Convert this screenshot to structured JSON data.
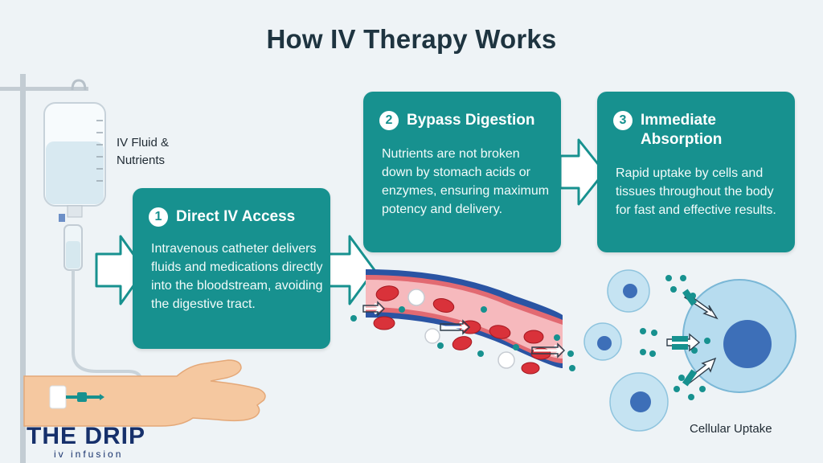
{
  "title": "How IV Therapy Works",
  "iv_bag_label": "IV Fluid & Nutrients",
  "steps": [
    {
      "number": "1",
      "title": "Direct IV Access",
      "text": "Intravenous catheter delivers fluids and medications directly into the bloodstream, avoiding the digestive tract."
    },
    {
      "number": "2",
      "title": "Bypass Digestion",
      "text": "Nutrients are not broken down by stomach acids or enzymes, ensuring maximum potency and delivery."
    },
    {
      "number": "3",
      "title": "Immediate Absorption",
      "text": "Rapid uptake by cells and tissues throughout the body for fast and effective results."
    }
  ],
  "cellular_label": "Cellular Uptake",
  "logo": {
    "name": "THE DRIP",
    "tagline": "iv infusion"
  },
  "colors": {
    "card": "#17918f",
    "blood": "#d9323a",
    "vessel": "#f4b3b8",
    "cell": "#a9d6ec",
    "nucleus": "#3d6fb8",
    "logo": "#16306b"
  },
  "icons": [
    "iv-bag-icon",
    "drip-chamber-icon",
    "arm-icon",
    "catheter-icon",
    "arrow-right-icon",
    "blood-vessel-icon",
    "cell-icon"
  ]
}
